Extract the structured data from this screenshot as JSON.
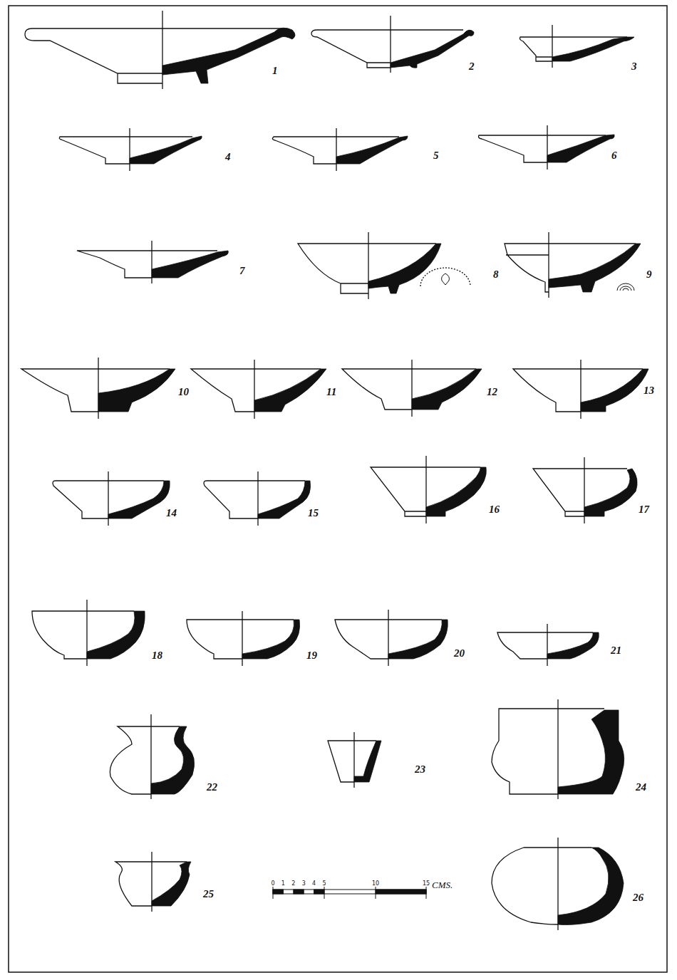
{
  "diagram": {
    "labels": [
      "1",
      "2",
      "3",
      "4",
      "5",
      "6",
      "7",
      "8",
      "9",
      "10",
      "11",
      "12",
      "13",
      "14",
      "15",
      "16",
      "17",
      "18",
      "19",
      "20",
      "21",
      "22",
      "23",
      "24",
      "25",
      "26",
      "0",
      "1",
      "2",
      "3",
      "4",
      "5",
      "10",
      "15",
      "CMS."
    ]
  }
}
